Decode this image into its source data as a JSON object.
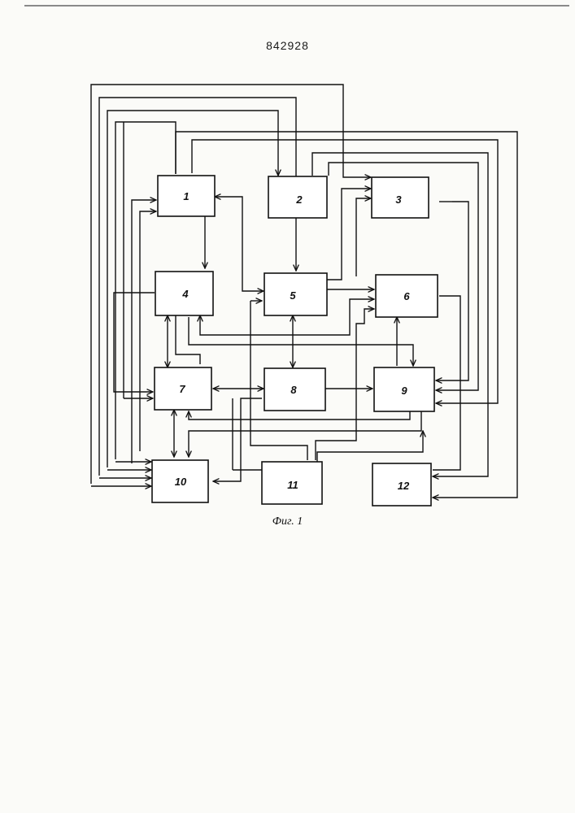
{
  "document": {
    "patent_number": "842928",
    "figure_caption": "Фиг. 1"
  },
  "blocks": [
    {
      "id": "1",
      "label": "1"
    },
    {
      "id": "2",
      "label": "2"
    },
    {
      "id": "3",
      "label": "3"
    },
    {
      "id": "4",
      "label": "4"
    },
    {
      "id": "5",
      "label": "5"
    },
    {
      "id": "6",
      "label": "6"
    },
    {
      "id": "7",
      "label": "7"
    },
    {
      "id": "8",
      "label": "8"
    },
    {
      "id": "9",
      "label": "9"
    },
    {
      "id": "10",
      "label": "10"
    },
    {
      "id": "11",
      "label": "11"
    },
    {
      "id": "12",
      "label": "12"
    }
  ]
}
